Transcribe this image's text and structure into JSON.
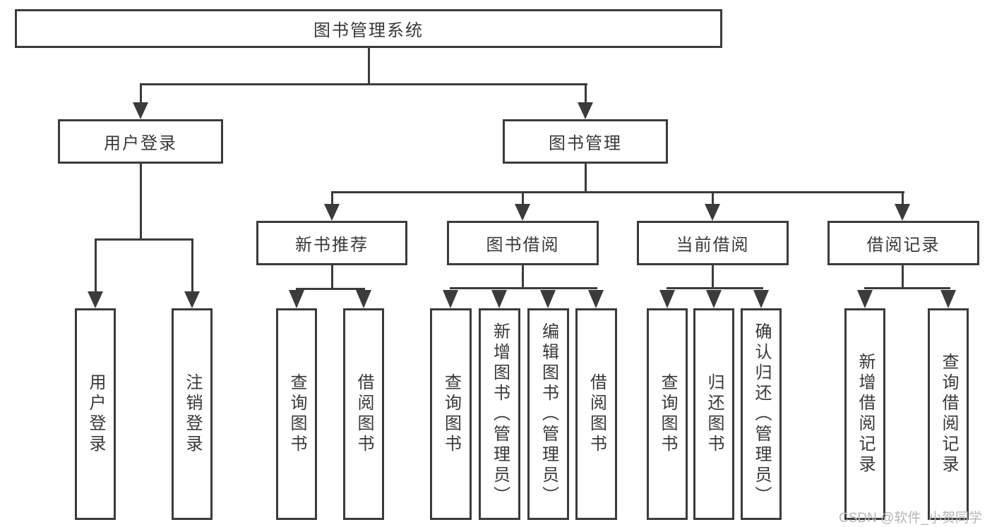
{
  "tree": {
    "root": {
      "label": "图书管理系统",
      "children": [
        {
          "label": "用户登录",
          "children": [
            {
              "label": "用户登录"
            },
            {
              "label": "注销登录"
            }
          ]
        },
        {
          "label": "图书管理",
          "children": [
            {
              "label": "新书推荐",
              "children": [
                {
                  "label": "查询图书"
                },
                {
                  "label": "借阅图书"
                }
              ]
            },
            {
              "label": "图书借阅",
              "children": [
                {
                  "label": "查询图书"
                },
                {
                  "label": "新增图书（管理员）"
                },
                {
                  "label": "编辑图书（管理员）"
                },
                {
                  "label": "借阅图书"
                }
              ]
            },
            {
              "label": "当前借阅",
              "children": [
                {
                  "label": "查询图书"
                },
                {
                  "label": "归还图书"
                },
                {
                  "label": "确认归还（管理员）"
                }
              ]
            },
            {
              "label": "借阅记录",
              "children": [
                {
                  "label": "新增借阅记录"
                },
                {
                  "label": "查询借阅记录"
                }
              ]
            }
          ]
        }
      ]
    }
  },
  "watermark": {
    "text": "CSDN @软件_小贺同学"
  },
  "colors": {
    "line": "#3b3b3b",
    "text": "#383838",
    "watermark": "#b6b6b6",
    "background": "#ffffff"
  }
}
